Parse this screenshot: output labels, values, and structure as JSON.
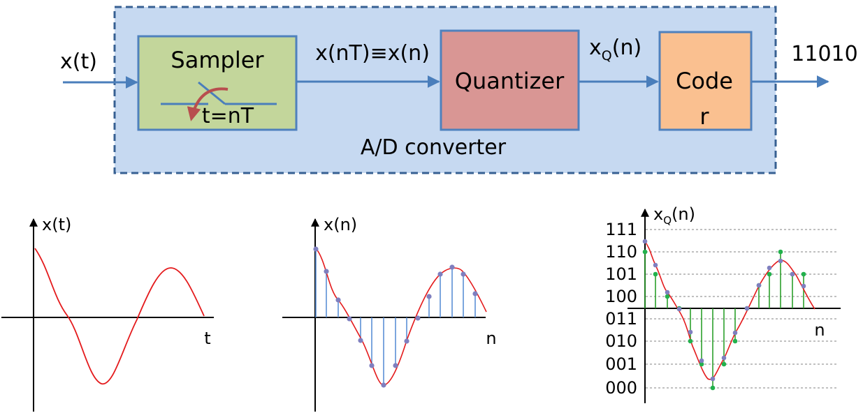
{
  "colors": {
    "frame_fill": "#c6d9f1",
    "frame_border": "#376092",
    "arrow": "#4a7ebb",
    "sampler_fill": "#c3d69b",
    "quantizer_fill": "#d99694",
    "coder_fill": "#fac090",
    "box_border": "#4f81bd",
    "curve": "#e41a1c",
    "sample_stem": "#5b8fd6",
    "quant_stem": "#2ca02c",
    "sample_point": "#7f7fbf",
    "quant_point": "#22b14c",
    "switch_arc": "#b84e4e"
  },
  "block_diagram": {
    "input_label": "x(t)",
    "sampler": {
      "label": "Sampler",
      "switch_label": "t=nT",
      "icon": "switch-icon"
    },
    "sampled_signal_label": "x(nT)≡x(n)",
    "quantizer": {
      "label": "Quantizer"
    },
    "quantized_signal": {
      "base": "x",
      "sub": "Q",
      "rest": "(n)"
    },
    "coder": {
      "label_line1": "Code",
      "label_line2": "r"
    },
    "output_code": "11010",
    "container_label": "A/D converter"
  },
  "plots": {
    "continuous": {
      "y_label": "x(t)",
      "x_label": "t"
    },
    "sampled": {
      "y_label": "x(n)",
      "x_label": "n"
    },
    "quantized": {
      "y_label": {
        "base": "x",
        "sub": "Q",
        "rest": "(n)"
      },
      "x_label": "n",
      "levels": [
        "111",
        "110",
        "101",
        "100",
        "011",
        "010",
        "001",
        "000"
      ]
    }
  }
}
